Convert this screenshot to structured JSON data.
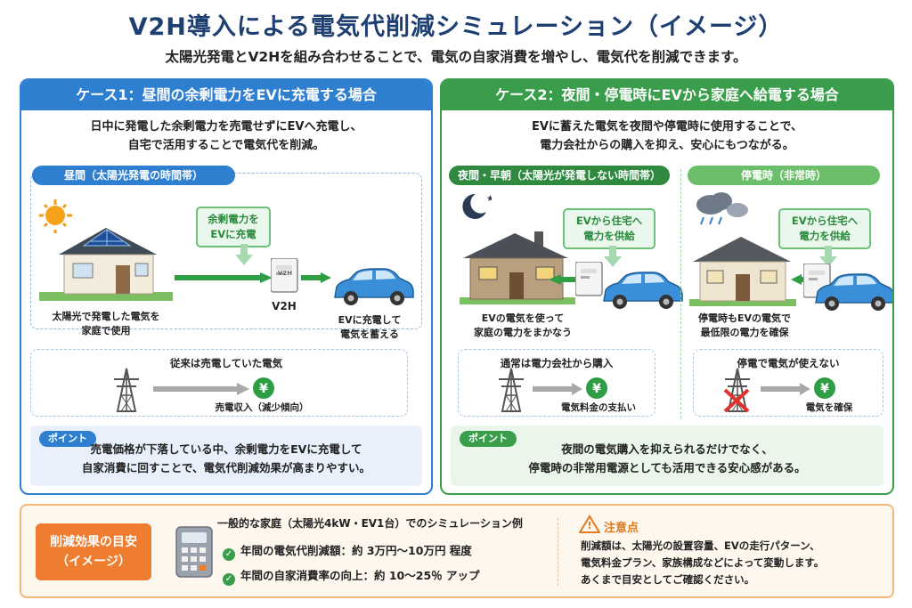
{
  "title": "V2H導入による電気代削減シミュレーション（イメージ）",
  "subtitle": "太陽光発電とV2Hを組み合わせることで、電気の自家消費を増やし、電気代を削減できます。",
  "case1": {
    "header": "ケース1：昼間の余剰電力をEVに充電する場合",
    "desc_line1": "日中に発電した余剰電力を売電せずにEVへ充電し、",
    "desc_line2": "自宅で活用することで電気代を削減。",
    "scene_label": "昼間（太陽光発電の時間帯）",
    "callout_line1": "余剰電力を",
    "callout_line2": "EVに充電",
    "house_caption_line1": "太陽光で発電した電気を",
    "house_caption_line2": "家庭で使用",
    "v2h_label": "V2H",
    "v2h_device_text": "V2H",
    "ev_caption_line1": "EVに充電して",
    "ev_caption_line2": "電気を蓄える",
    "compare_title": "従来は売電していた電気",
    "compare_result": "売電収入（減少傾向）",
    "yen": "¥",
    "point_tag": "ポイント",
    "point_line1": "売電価格が下落している中、余剰電力をEVに充電して",
    "point_line2": "自家消費に回すことで、電気代削減効果が高まりやすい。"
  },
  "case2": {
    "header": "ケース2：夜間・停電時にEVから家庭へ給電する場合",
    "desc_line1": "EVに蓄えた電気を夜間や停電時に使用することで、",
    "desc_line2": "電力会社からの購入を抑え、安心にもつながる。",
    "night": {
      "label": "夜間・早朝（太陽光が発電しない時間帯）",
      "callout_line1": "EVから住宅へ",
      "callout_line2": "電力を供給",
      "caption_line1": "EVの電気を使って",
      "caption_line2": "家庭の電力をまかなう",
      "compare_title": "通常は電力会社から購入",
      "compare_result": "電気料金の支払い"
    },
    "outage": {
      "label": "停電時（非常時）",
      "callout_line1": "EVから住宅へ",
      "callout_line2": "電力を供給",
      "caption_line1": "停電時もEVの電気で",
      "caption_line2": "最低限の電力を確保",
      "compare_title": "停電で電気が使えない",
      "compare_result": "電気を確保"
    },
    "yen": "¥",
    "point_tag": "ポイント",
    "point_line1": "夜間の電気購入を抑えられるだけでなく、",
    "point_line2": "停電時の非常用電源としても活用できる安心感がある。"
  },
  "bottom": {
    "badge_line1": "削減効果の目安",
    "badge_line2": "（イメージ）",
    "example_title": "一般的な家庭（太陽光4kW・EV1台）でのシミュレーション例",
    "row1": "年間の電気代削減額：約 3万円〜10万円 程度",
    "row2": "年間の自家消費率の向上：約 10〜25％ アップ",
    "check": "✓",
    "warn_icon": "!",
    "warn_title": "注意点",
    "warn_line1": "削減額は、太陽光の設置容量、EVの走行パターン、",
    "warn_line2": "電気料金プラン、家族構成などによって変動します。",
    "warn_line3": "あくまで目安としてご確認ください。"
  },
  "colors": {
    "title": "#1d3f72",
    "case1": "#2f7fd0",
    "case2": "#3a9d4b",
    "accent_orange": "#ee7d30",
    "arrow_green": "#2e9e45"
  },
  "icons": [
    "sun-icon",
    "moon-icon",
    "cloud-rain-icon",
    "power-tower-icon",
    "yen-coin-icon",
    "calculator-icon",
    "warning-icon",
    "check-icon"
  ]
}
